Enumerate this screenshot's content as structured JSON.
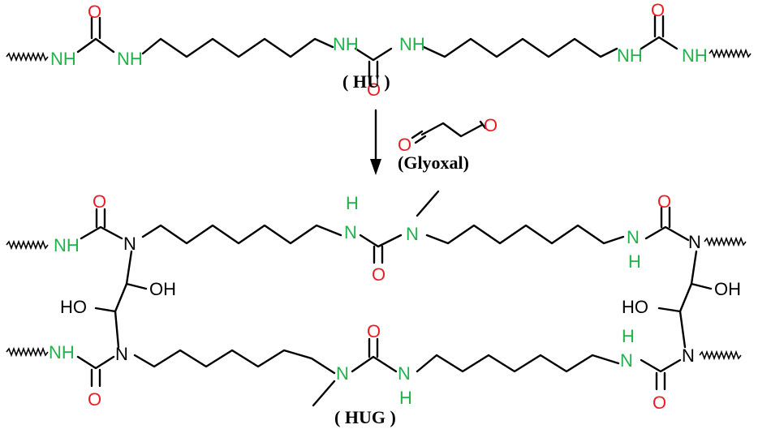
{
  "colors": {
    "nitrogen": "#22b14c",
    "oxygen": "#ed1c24",
    "carbon": "#000000"
  },
  "atoms": {
    "nh": "NH",
    "n": "N",
    "h": "H",
    "o": "O",
    "oh": "OH",
    "ho": "HO"
  },
  "labels": {
    "hu": "( HU )",
    "glyoxal": "(Glyoxal)",
    "hug": "( HUG )"
  }
}
